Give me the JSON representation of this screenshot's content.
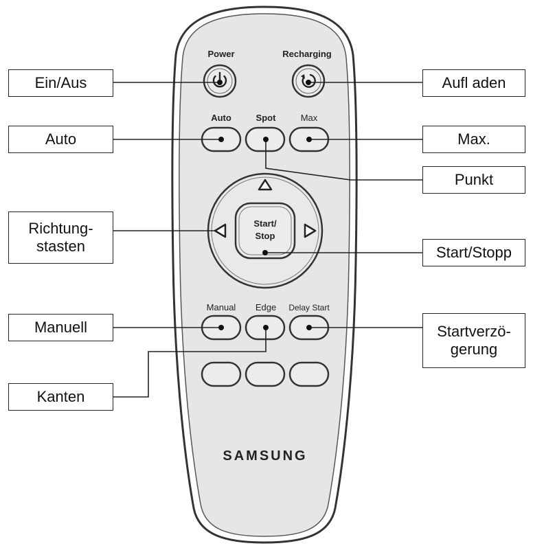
{
  "remote": {
    "labels": {
      "power": "Power",
      "recharging": "Recharging",
      "auto": "Auto",
      "spot": "Spot",
      "max": "Max",
      "start_stop_line1": "Start/",
      "start_stop_line2": "Stop",
      "manual": "Manual",
      "edge": "Edge",
      "delay_start": "Delay Start"
    },
    "brand": "SAMSUNG"
  },
  "callouts": {
    "ein_aus": "Ein/Aus",
    "aufladen": "Aufl aden",
    "auto": "Auto",
    "max": "Max.",
    "punkt": "Punkt",
    "richtungstasten_line1": "Richtung-",
    "richtungstasten_line2": "stasten",
    "start_stopp": "Start/Stopp",
    "manuell": "Manuell",
    "startverzoegerung_line1": "Startverzö-",
    "startverzoegerung_line2": "gerung",
    "kanten": "Kanten"
  },
  "colors": {
    "body_fill": "#e6e6e6",
    "outline": "#333333",
    "button_fill": "#ececec"
  }
}
